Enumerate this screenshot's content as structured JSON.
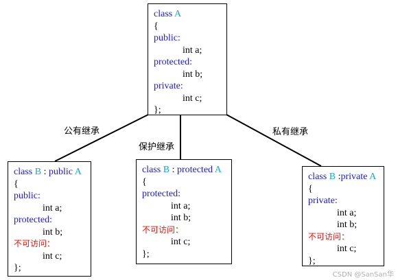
{
  "base": {
    "class_kw": "class",
    "name": "A",
    "open": "{",
    "public": "public:",
    "a": "int a;",
    "protected": "protected:",
    "b": "int b;",
    "private": "private:",
    "c": "int c;",
    "close": "};"
  },
  "public_box": {
    "class_kw": "class",
    "name": "B",
    "sep": " : ",
    "mode": "public",
    "base": "A",
    "open": "{",
    "public": "public:",
    "a": "int a;",
    "protected": "protected:",
    "b": "int b;",
    "inaccessible": "不可访问：",
    "c": "int c;",
    "close": "};"
  },
  "protected_box": {
    "class_kw": "class",
    "name": "B",
    "sep": " : ",
    "mode": "protected",
    "base": "A",
    "open": "{",
    "protected": "protected:",
    "a": "int a;",
    "b": "int b;",
    "inaccessible": "不可访问：",
    "c": "int c;",
    "close": "};"
  },
  "private_box": {
    "class_kw": "class",
    "name": "B",
    "sep": " :",
    "mode": "private",
    "base": "A",
    "open": "{",
    "private": "private:",
    "a": "int a;",
    "b": "int b;",
    "inaccessible": "不可访问：",
    "c": "int c;",
    "close": "};"
  },
  "edges": {
    "public": "公有继承",
    "protected": "保护继承",
    "private": "私有继承"
  },
  "watermark": "CSDN @SanSan华",
  "colors": {
    "keyword": "#1a1ad4",
    "class_name": "#1aa8c8",
    "inaccessible": "#e8140c"
  }
}
